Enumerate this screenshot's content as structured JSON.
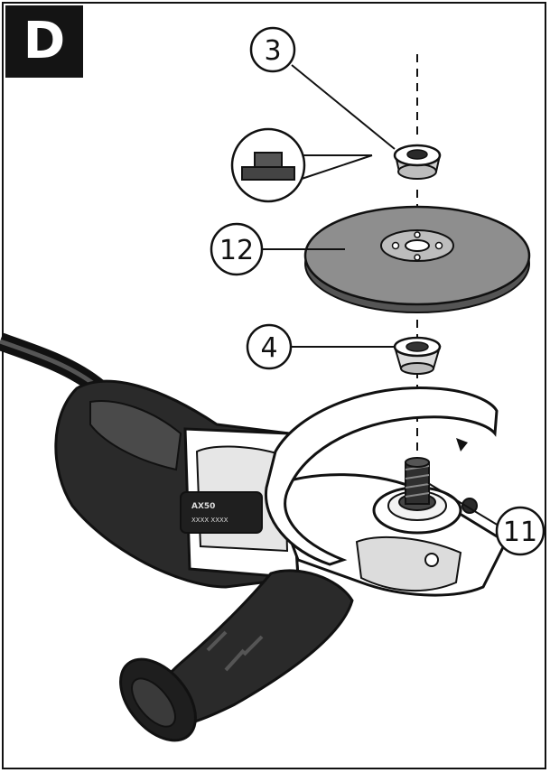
{
  "figure": {
    "panel_letter": "D",
    "callouts": {
      "c3": "3",
      "c12": "12",
      "c4": "4",
      "c11": "11"
    },
    "machine_badge": {
      "line1": "AX50",
      "line2": "XXXX XXXX"
    }
  },
  "colors": {
    "ink": "#111111",
    "body_dark": "#2a2a2a",
    "body_mid": "#4a4a4a",
    "disc_gray": "#8e8e8e",
    "panel_bg": "#141414"
  }
}
